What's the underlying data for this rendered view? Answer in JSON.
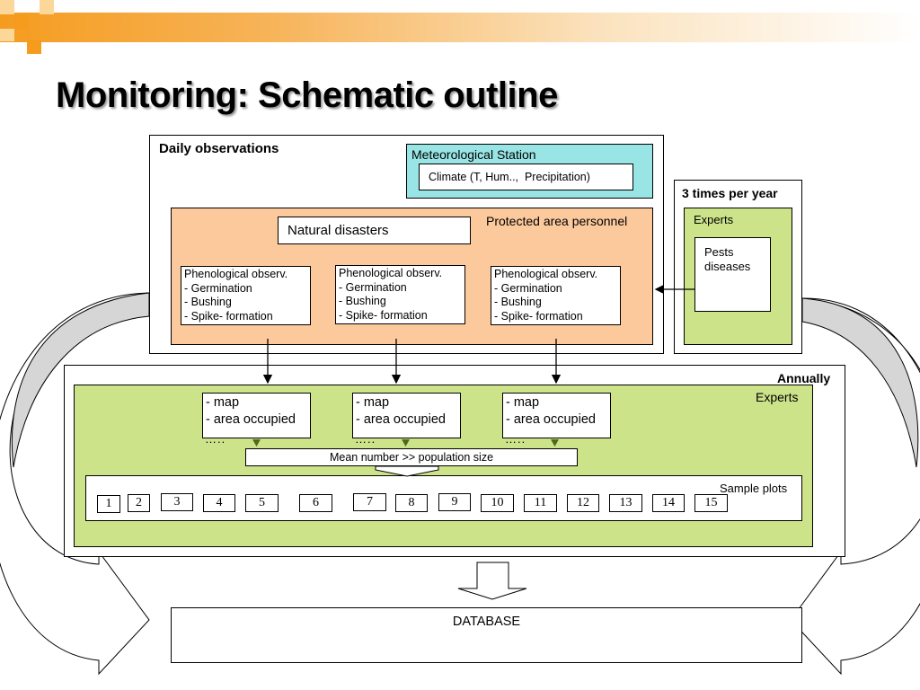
{
  "title": "Monitoring: Schematic outline",
  "daily": {
    "label": "Daily observations",
    "met_station": "Meteorological Station",
    "climate": "Climate (T, Hum..,  Precipitation)",
    "protected_personnel": "Protected area personnel",
    "natural_disasters": "Natural disasters",
    "phenological": [
      "Phenological observ.\n- Germination\n- Bushing\n- Spike- formation",
      "Phenological observ.\n- Germination\n- Bushing\n- Spike- formation",
      "Phenological observ.\n- Germination\n- Bushing\n- Spike- formation"
    ]
  },
  "three_times": {
    "label": "3 times per year",
    "experts": "Experts",
    "pests": "Pests\ndiseases"
  },
  "annually": {
    "label": "Annually",
    "experts": "Experts",
    "map_boxes": [
      "- map\n- area occupied",
      "- map\n- area occupied",
      "- map\n- area occupied"
    ],
    "dots": [
      "…..",
      "…..",
      "….."
    ],
    "mean_number": "Mean number >> population size",
    "sample_plots": "Sample plots",
    "plots": [
      "1",
      "2",
      "3",
      "4",
      "5",
      "6",
      "7",
      "8",
      "9",
      "10",
      "11",
      "12",
      "13",
      "14",
      "15"
    ]
  },
  "database": "DATABASE",
  "colors": {
    "met_station_fill": "#99e5e5",
    "personnel_fill": "#fcc99c",
    "experts_fill": "#cce38a",
    "banner_orange": "#f59c1f",
    "arrowhead_green": "#4f6a1c"
  }
}
